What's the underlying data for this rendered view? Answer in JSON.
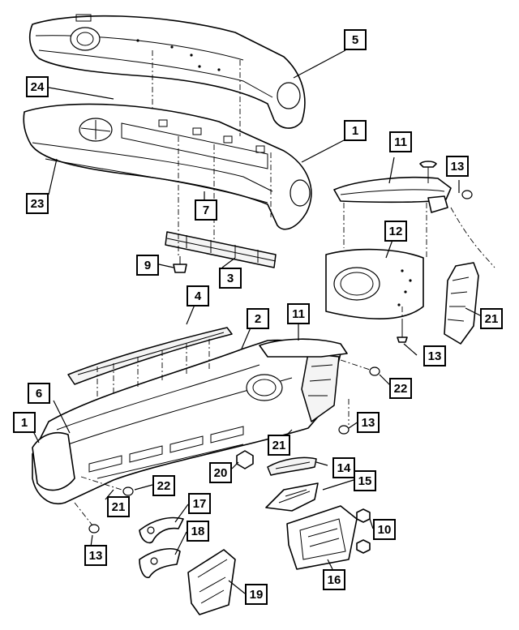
{
  "diagram": {
    "callouts": [
      {
        "id": "c5",
        "label": "5"
      },
      {
        "id": "c24",
        "label": "24"
      },
      {
        "id": "c1a",
        "label": "1"
      },
      {
        "id": "c23",
        "label": "23"
      },
      {
        "id": "c7",
        "label": "7"
      },
      {
        "id": "c11a",
        "label": "11"
      },
      {
        "id": "c13a",
        "label": "13"
      },
      {
        "id": "c12",
        "label": "12"
      },
      {
        "id": "c9",
        "label": "9"
      },
      {
        "id": "c3",
        "label": "3"
      },
      {
        "id": "c21a",
        "label": "21"
      },
      {
        "id": "c4",
        "label": "4"
      },
      {
        "id": "c2",
        "label": "2"
      },
      {
        "id": "c11b",
        "label": "11"
      },
      {
        "id": "c13b",
        "label": "13"
      },
      {
        "id": "c22a",
        "label": "22"
      },
      {
        "id": "c6",
        "label": "6"
      },
      {
        "id": "c1b",
        "label": "1"
      },
      {
        "id": "c13c",
        "label": "13"
      },
      {
        "id": "c21b",
        "label": "21"
      },
      {
        "id": "c20",
        "label": "20"
      },
      {
        "id": "c14",
        "label": "14"
      },
      {
        "id": "c22b",
        "label": "22"
      },
      {
        "id": "c15",
        "label": "15"
      },
      {
        "id": "c21c",
        "label": "21"
      },
      {
        "id": "c17",
        "label": "17"
      },
      {
        "id": "c10",
        "label": "10"
      },
      {
        "id": "c18",
        "label": "18"
      },
      {
        "id": "c13d",
        "label": "13"
      },
      {
        "id": "c16",
        "label": "16"
      },
      {
        "id": "c19",
        "label": "19"
      }
    ]
  }
}
